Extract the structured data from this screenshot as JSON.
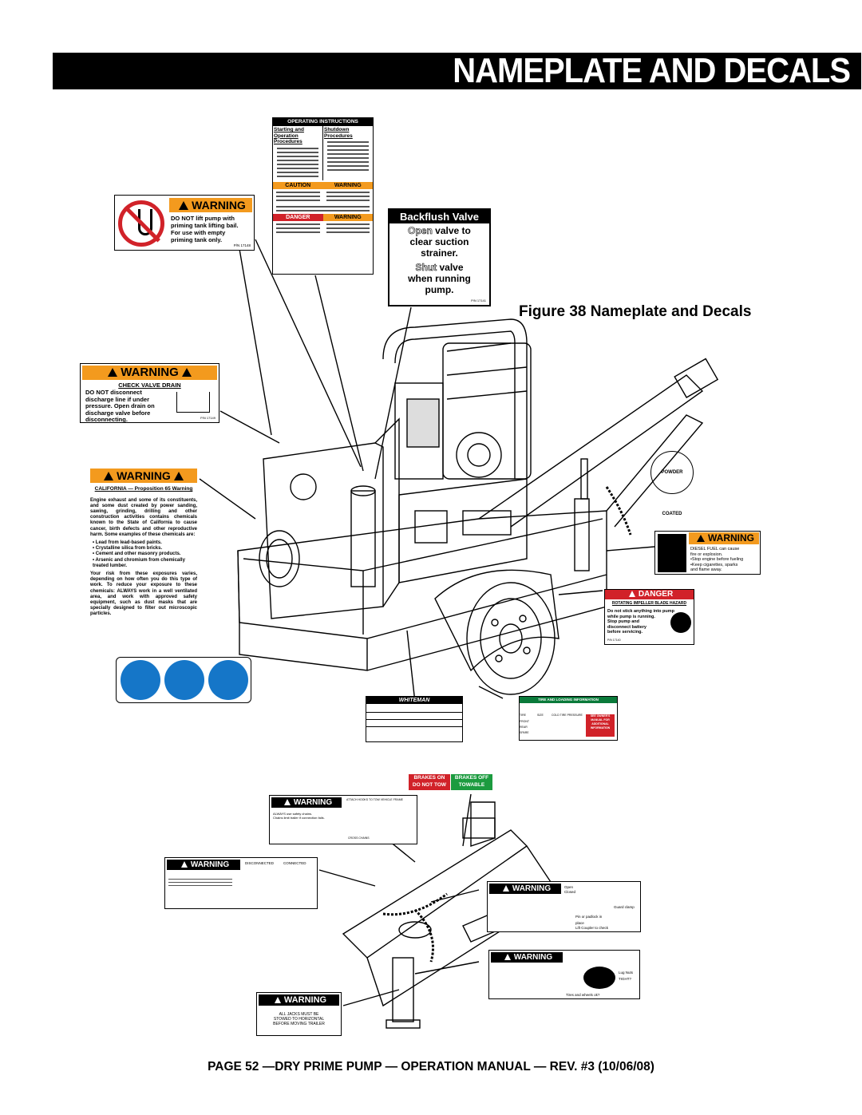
{
  "header": {
    "title": "NAMEPLATE AND DECALS"
  },
  "figure": {
    "caption": "Figure 38 Nameplate and Decals"
  },
  "footer": {
    "text": "PAGE 52 —DRY PRIME PUMP — OPERATION MANUAL — REV. #3 (10/06/08)"
  },
  "decals": {
    "lift": {
      "banner": "WARNING",
      "line1": "DO NOT lift pump with",
      "line2": "priming tank lifting bail.",
      "line3": "For use with empty",
      "line4": "priming tank only.",
      "pn": "P/N 17148"
    },
    "operating": {
      "title": "OPERATING INSTRUCTIONS",
      "col1": "Starting and Operation Procedures",
      "col2": "Shutdown Procedures",
      "caution": "CAUTION",
      "warning": "WARNING",
      "danger": "DANGER"
    },
    "backflush": {
      "title": "Backflush Valve",
      "open_word": "Open",
      "open_rest": "valve to",
      "l2": "clear suction",
      "l3": "strainer.",
      "shut_word": "Shut",
      "shut_rest": "valve",
      "l5": "when running",
      "l6": "pump.",
      "pn": "P/N 17141"
    },
    "check_valve": {
      "banner": "WARNING",
      "title": "CHECK VALVE DRAIN",
      "l1": "DO NOT disconnect",
      "l2": "discharge line if under",
      "l3": "pressure. Open drain on",
      "l4": "discharge valve before",
      "l5": "disconnecting.",
      "pn": "P/N 17149"
    },
    "prop65": {
      "banner": "WARNING",
      "title": "CALIFORNIA — Proposition 65 Warning",
      "intro": "Engine exhaust and some of its constituents, and some dust created by power sanding, sawing, grinding, drilling and other construction activities contains chemicals known to the State of California to cause cancer, birth defects and other reproductive harm. Some examples of these chemicals are:",
      "bullets": [
        "Lead from lead-based paints.",
        "Crystalline silica from bricks.",
        "Cement and other masonry products.",
        "Arsenic and chromium from chemically treated lumber."
      ],
      "outro": "Your risk from these exposures varies, depending on how often you do this type of work. To reduce your exposure to these chemicals: ALWAYS work in a well ventilated area, and work with approved safety equipment, such as dust masks that are specially designed to filter out microscopic particles."
    },
    "fuel": {
      "banner": "WARNING",
      "l1": "DIESEL FUEL can cause",
      "l2": "fire or explosion.",
      "b1": "•Stop engine before fueling",
      "b2": "•Keep cigarettes, sparks",
      "b3": "and flame away."
    },
    "impeller": {
      "banner": "DANGER",
      "title": "ROTATING IMPELLER BLADE HAZARD",
      "l1": "Do not stick anything into pump",
      "l2": "while pump is running.",
      "l3": "Stop pump and",
      "l4": "disconnect battery",
      "l5": "before servicing.",
      "pn": "P/N 17140"
    },
    "nameplate": {
      "brand": "WHITEMAN"
    },
    "tire": {
      "title": "TIRE AND LOADING INFORMATION",
      "col_tire": "TIRE",
      "col_size": "SIZE",
      "col_pressure": "COLD TIRE PRESSURE",
      "row_front": "FRONT",
      "row_rear": "REAR",
      "row_spare": "SPARE",
      "see": "SEE OWNER'S MANUAL FOR ADDITIONAL INFORMATION"
    },
    "brakes": {
      "on_l1": "BRAKES ON",
      "on_l2": "DO NOT TOW",
      "off_l1": "BRAKES OFF",
      "off_l2": "TOWABLE"
    },
    "chains": {
      "banner": "WARNING",
      "hdr": "ATTACH HOOKS TO TOW VEHICLE FRAME",
      "l1": "ALWAYS use safety chains.",
      "l2": "Chains limit trailer if connection fails.",
      "l3": "CROSS CHAINS"
    },
    "lights": {
      "banner": "WARNING",
      "c1": "DISCONNECTED",
      "c2": "CONNECTED"
    },
    "coupler": {
      "banner": "WARNING",
      "open": "Open",
      "closed": "Closed",
      "guard": "Guard clamp",
      "pin": "Pin or padlock in place",
      "lift": "Lift Coupler to check"
    },
    "wheels": {
      "banner": "WARNING",
      "lug": "Lug Nuts TIGHT?",
      "tires": "Tires and wheels ok?"
    },
    "jacks": {
      "banner": "WARNING",
      "l1": "ALL JACKS MUST BE",
      "l2": "STOWED TO HORIZONTAL",
      "l3": "BEFORE MOVING TRAILER"
    },
    "powder": {
      "text": "POWDER COATED"
    }
  }
}
